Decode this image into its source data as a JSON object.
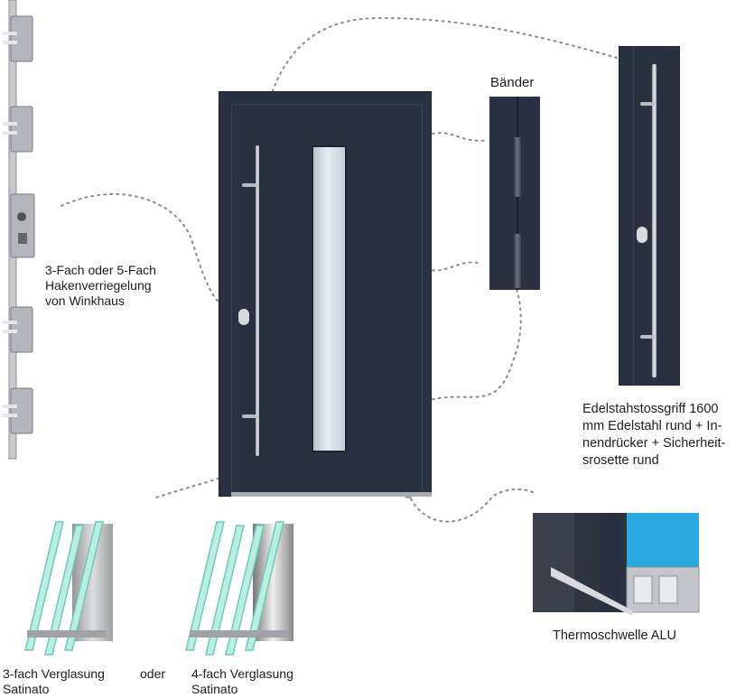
{
  "labels": {
    "lock_line1": "3-Fach oder 5-Fach",
    "lock_line2": "Hakenverriegelung",
    "lock_line3": "von Winkhaus",
    "hinges": "Bänder",
    "handle_line1": "Edelstahstossgriff 1600",
    "handle_line2": "mm Edelstahl rund + In-",
    "handle_line3": "nendrücker + Sicherheit-",
    "handle_line4": "srosette rund",
    "threshold": "Thermoschwelle ALU",
    "glazing3_line1": "3-fach Verglasung",
    "glazing3_line2": "Satinato",
    "oder": "oder",
    "glazing4_line1": "4-fach Verglasung",
    "glazing4_line2": "Satinato"
  },
  "colors": {
    "door": "#2a3140",
    "door_edge": "#1d2330",
    "steel": "#b8bcc2",
    "glass_edge": "#7fd3c2",
    "insulation_blue": "#2aa8e0",
    "dots": "#8a8a8a"
  }
}
